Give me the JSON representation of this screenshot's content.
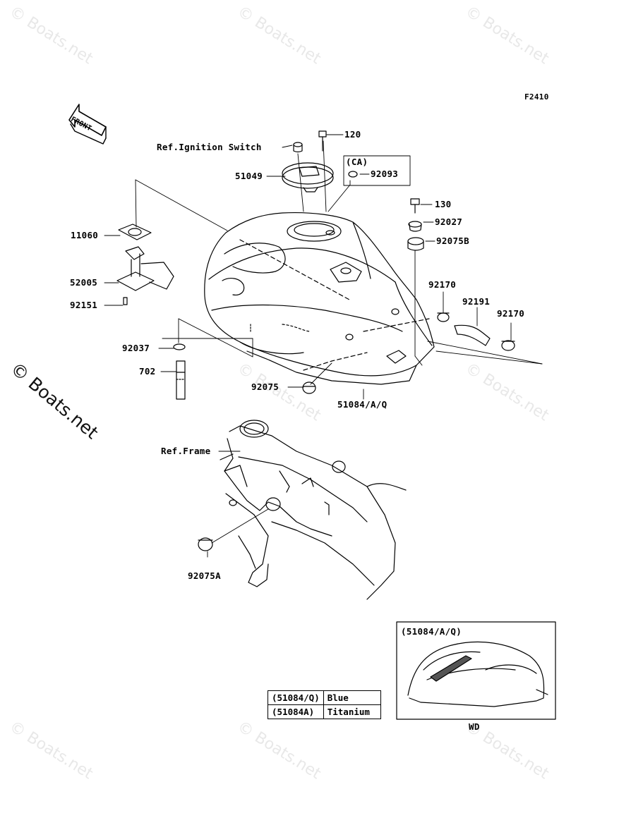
{
  "figure_code": "F2410",
  "front_label": "FRONT",
  "watermark": "© Boats.net",
  "callouts": {
    "ref_ignition_switch": "Ref.Ignition Switch",
    "p120": "120",
    "ca": "(CA)",
    "p92093": "92093",
    "p51049": "51049",
    "p11060": "11060",
    "p130": "130",
    "p92027": "92027",
    "p92075b": "92075B",
    "p52005": "52005",
    "p92151": "92151",
    "p92170a": "92170",
    "p92191": "92191",
    "p92170b": "92170",
    "p92037": "92037",
    "p702": "702",
    "p92075": "92075",
    "p51084": "51084/A/Q",
    "ref_frame": "Ref.Frame",
    "p92075a": "92075A"
  },
  "inset": {
    "title": "(51084/A/Q)",
    "footer": "WD"
  },
  "color_table": [
    {
      "part": "(51084/Q)",
      "color": "Blue"
    },
    {
      "part": "(51084A)",
      "color": "Titanium"
    }
  ]
}
